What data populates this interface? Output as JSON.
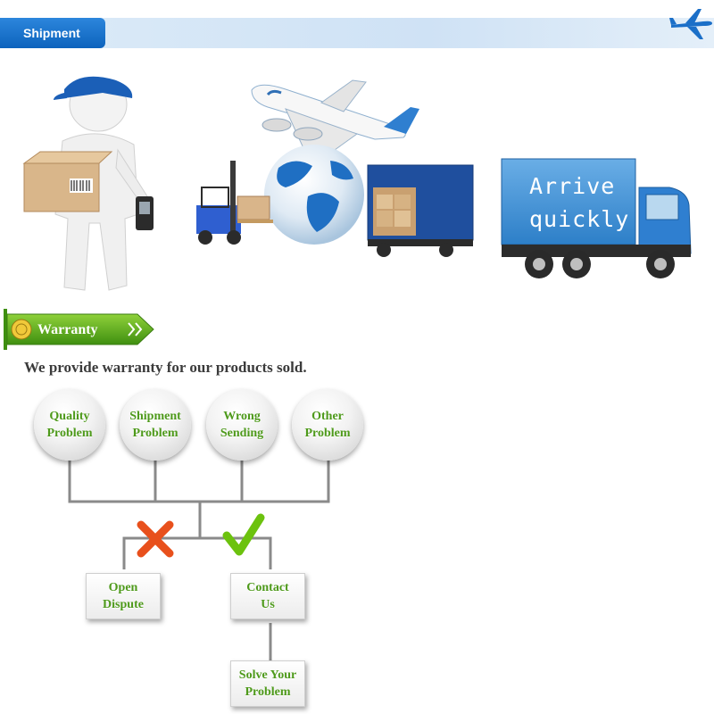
{
  "shipment": {
    "title": "Shipment"
  },
  "illustration": {
    "truck_text_line1": "Arrive",
    "truck_text_line2": "quickly"
  },
  "warranty": {
    "title": "Warranty",
    "intro": "We provide warranty for our products sold.",
    "problems": [
      {
        "line1": "Quality",
        "line2": "Problem"
      },
      {
        "line1": "Shipment",
        "line2": "Problem"
      },
      {
        "line1": "Wrong",
        "line2": "Sending"
      },
      {
        "line1": "Other",
        "line2": "Problem"
      }
    ],
    "outcomes": {
      "dispute": {
        "line1": "Open",
        "line2": "Dispute"
      },
      "contact": {
        "line1": "Contact",
        "line2": "Us"
      },
      "solve": {
        "line1": "Solve Your",
        "line2": "Problem"
      }
    }
  },
  "colors": {
    "header_blue": "#0d63bd",
    "green_text": "#4e9a1b",
    "cross_red": "#e8501c",
    "check_green": "#6cc20e"
  }
}
